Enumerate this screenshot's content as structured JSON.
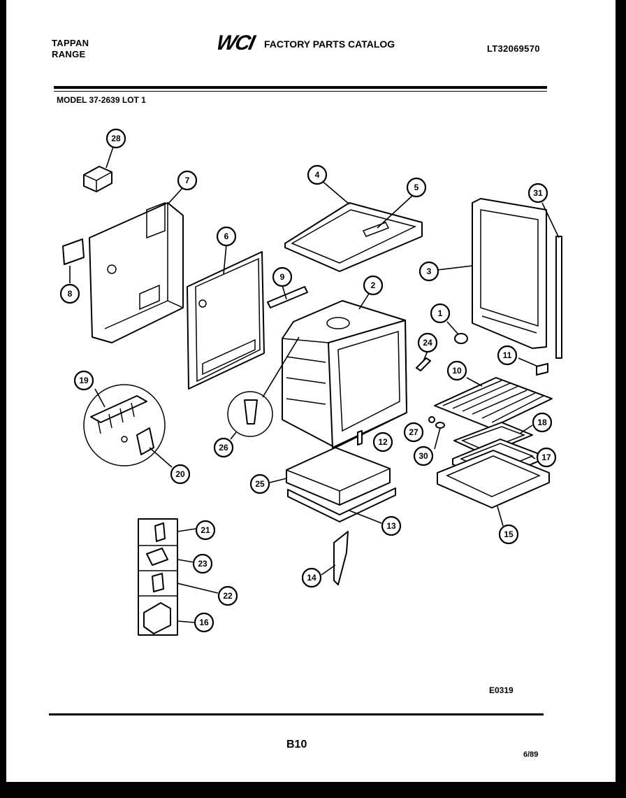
{
  "header": {
    "brand": "TAPPAN",
    "product": "RANGE",
    "logo_text": "WCI",
    "catalog_title": "FACTORY PARTS CATALOG",
    "catalog_code": "LT32069570",
    "model_line": "MODEL 37-2639 LOT 1"
  },
  "footer": {
    "diagram_code": "E0319",
    "page_number": "B10",
    "catalog_date": "6/89"
  },
  "callouts": [
    {
      "id": "c1",
      "label": "1"
    },
    {
      "id": "c2",
      "label": "2"
    },
    {
      "id": "c3",
      "label": "3"
    },
    {
      "id": "c4",
      "label": "4"
    },
    {
      "id": "c5",
      "label": "5"
    },
    {
      "id": "c6",
      "label": "6"
    },
    {
      "id": "c7",
      "label": "7"
    },
    {
      "id": "c8",
      "label": "8"
    },
    {
      "id": "c9",
      "label": "9"
    },
    {
      "id": "c10",
      "label": "10"
    },
    {
      "id": "c11",
      "label": "11"
    },
    {
      "id": "c12",
      "label": "12"
    },
    {
      "id": "c13",
      "label": "13"
    },
    {
      "id": "c14",
      "label": "14"
    },
    {
      "id": "c15",
      "label": "15"
    },
    {
      "id": "c16",
      "label": "16"
    },
    {
      "id": "c17",
      "label": "17"
    },
    {
      "id": "c18",
      "label": "18"
    },
    {
      "id": "c19",
      "label": "19"
    },
    {
      "id": "c20",
      "label": "20"
    },
    {
      "id": "c21",
      "label": "21"
    },
    {
      "id": "c22",
      "label": "22"
    },
    {
      "id": "c23",
      "label": "23"
    },
    {
      "id": "c24",
      "label": "24"
    },
    {
      "id": "c25",
      "label": "25"
    },
    {
      "id": "c26",
      "label": "26"
    },
    {
      "id": "c27",
      "label": "27"
    },
    {
      "id": "c28",
      "label": "28"
    },
    {
      "id": "c30",
      "label": "30"
    },
    {
      "id": "c31",
      "label": "31"
    }
  ]
}
